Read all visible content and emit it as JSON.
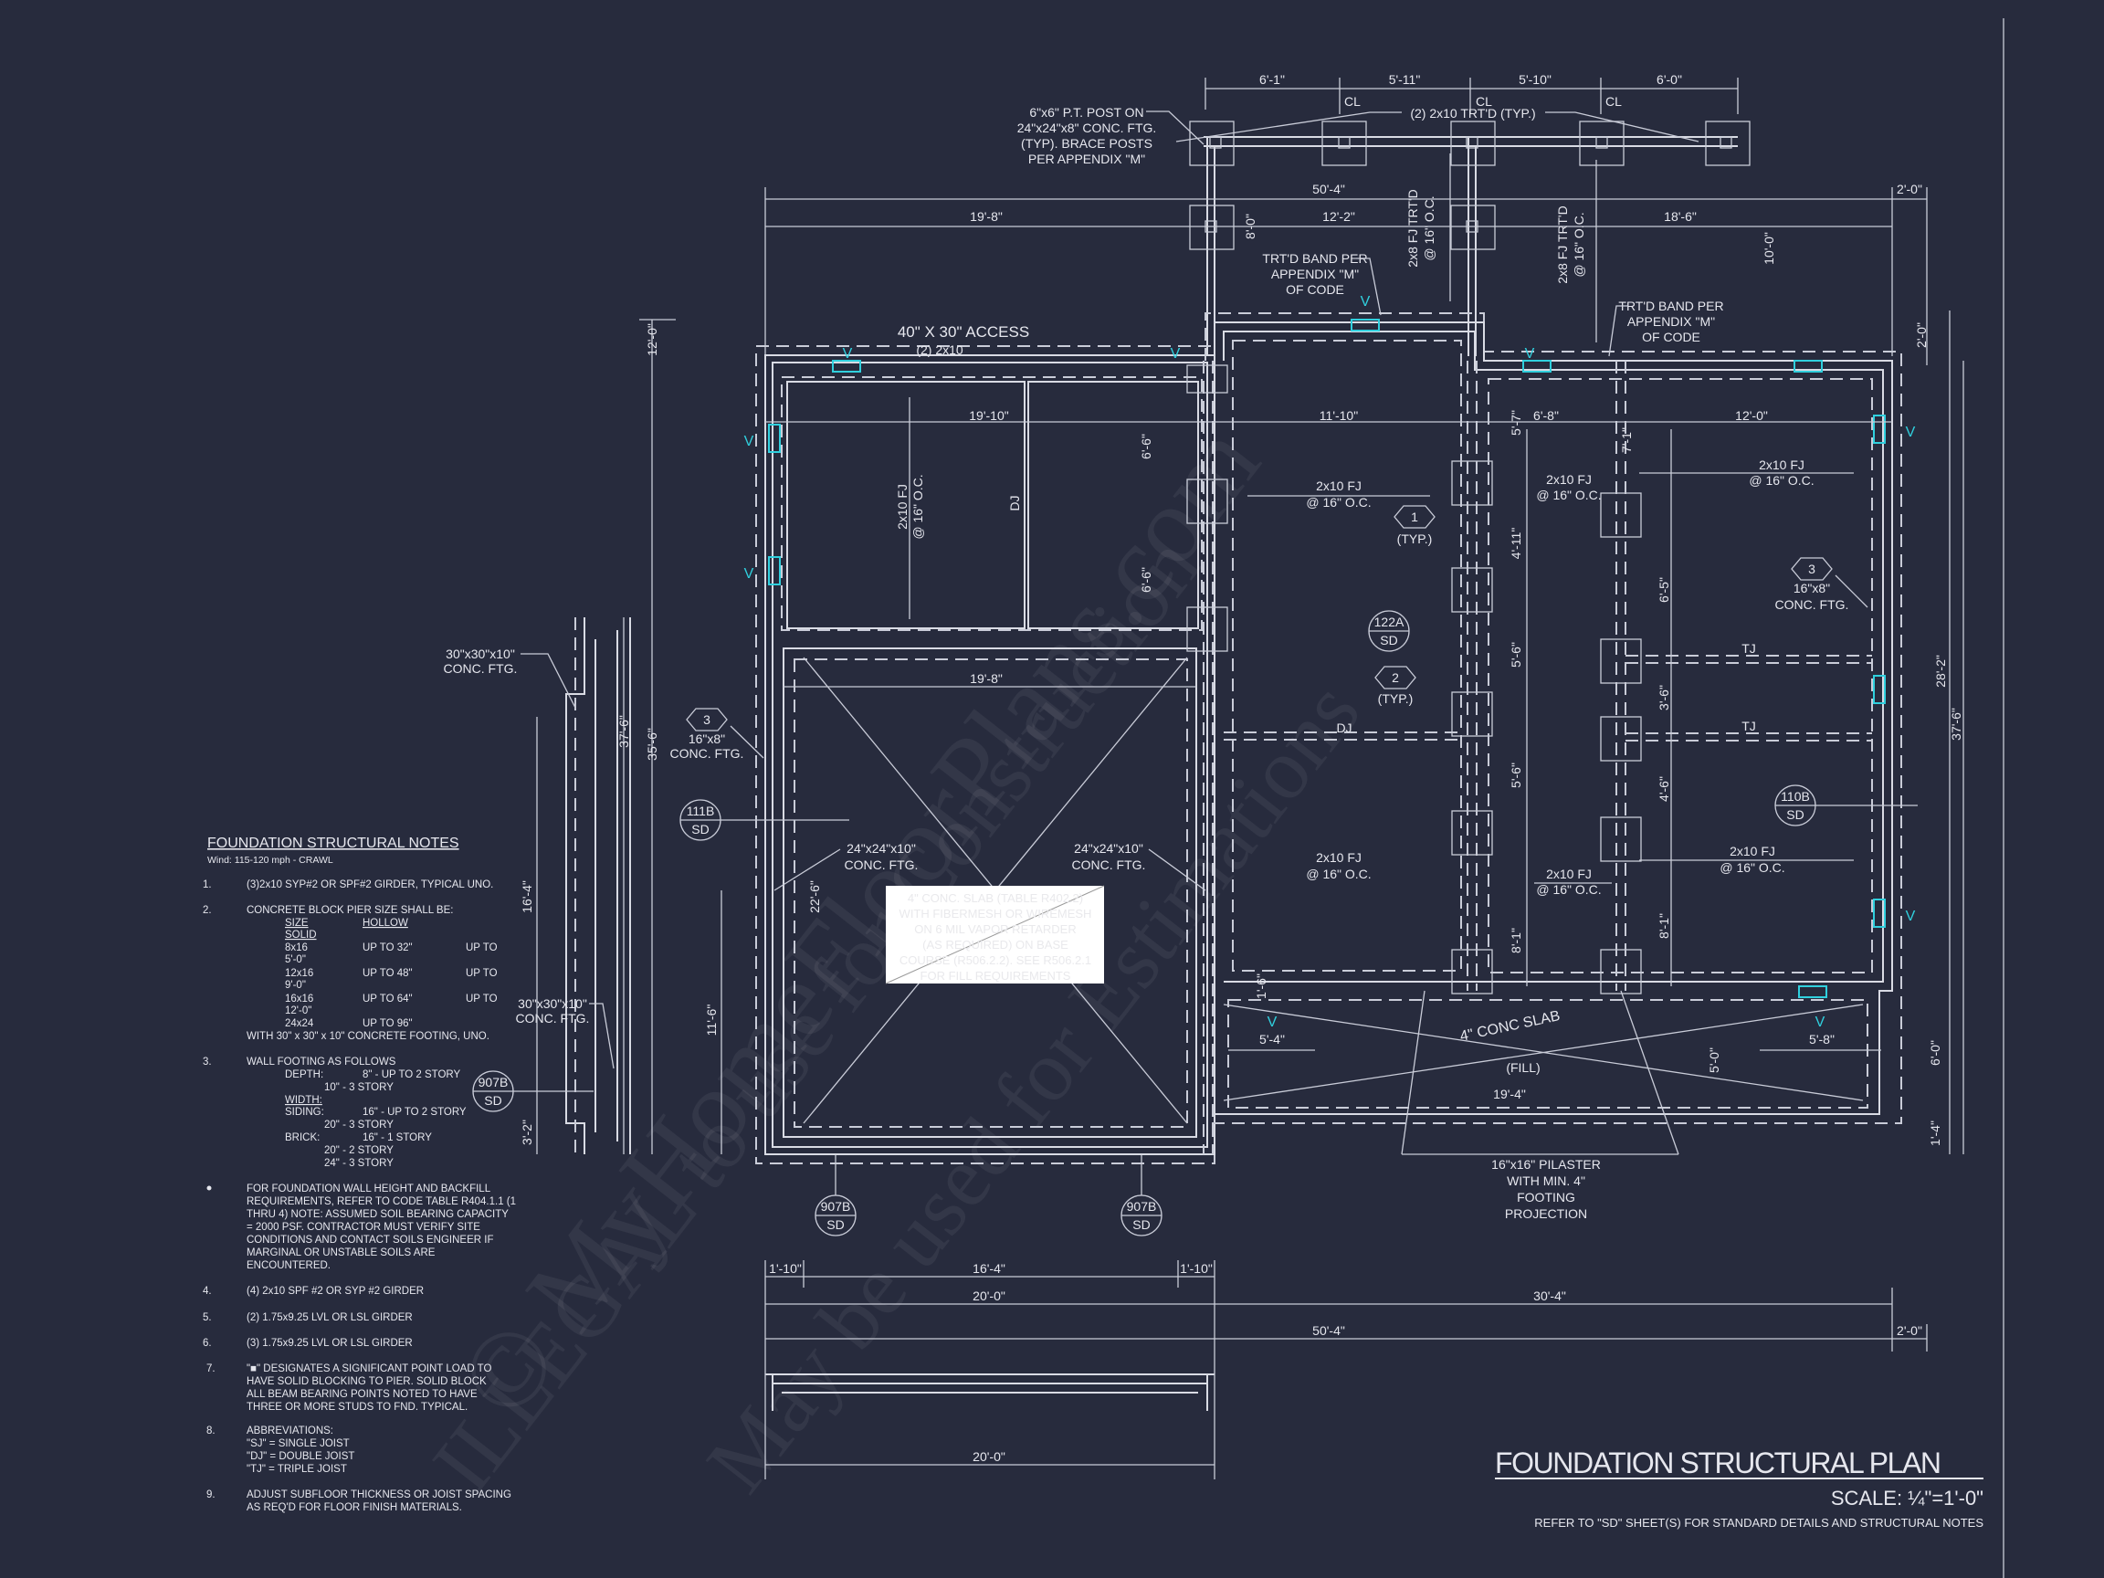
{
  "title_block": {
    "title": "FOUNDATION STRUCTURAL PLAN",
    "scale": "SCALE: ¼\"=1'-0\"",
    "reference": "REFER TO \"SD\" SHEET(S) FOR STANDARD DETAILS AND STRUCTURAL NOTES"
  },
  "notes": {
    "title": "FOUNDATION STRUCTURAL NOTES",
    "subtitle": "Wind: 115-120 mph - CRAWL",
    "item1": {
      "num": "1.",
      "text": "(3)2x10 SYP#2 OR SPF#2 GIRDER, TYPICAL UNO."
    },
    "item2": {
      "num": "2.",
      "text": "CONCRETE BLOCK PIER SIZE SHALL BE:",
      "col_size": "SIZE",
      "col_hollow": "HOLLOW",
      "col_solid": "SOLID",
      "rows": [
        {
          "size": "8x16",
          "hollow": "UP TO 32\"",
          "solid_pre": "UP TO",
          "solid": "5'-0\""
        },
        {
          "size": "12x16",
          "hollow": "UP TO 48\"",
          "solid_pre": "UP TO",
          "solid": "9'-0\""
        },
        {
          "size": "16x16",
          "hollow": "UP TO 64\"",
          "solid_pre": "UP TO",
          "solid": "12'-0\""
        },
        {
          "size": "24x24",
          "hollow": "UP TO 96\""
        }
      ],
      "footing": "WITH 30\" x 30\" x 10\" CONCRETE FOOTING, UNO."
    },
    "item3": {
      "num": "3.",
      "text": "WALL FOOTING AS FOLLOWS",
      "depth_label": "DEPTH:",
      "depth1": "8\" - UP TO 2 STORY",
      "depth2": "10\" - 3 STORY",
      "width_label": "WIDTH:",
      "siding_label": "SIDING:",
      "siding1": "16\" - UP TO 2 STORY",
      "siding2": "20\" - 3 STORY",
      "brick_label": "BRICK:",
      "brick1": "16\" - 1 STORY",
      "brick2": "20\" - 2 STORY",
      "brick3": "24\" - 3 STORY"
    },
    "backfill": [
      "FOR FOUNDATION WALL HEIGHT AND BACKFILL",
      "REQUIREMENTS, REFER TO CODE TABLE R404.1.1 (1",
      "THRU 4) NOTE: ASSUMED SOIL BEARING CAPACITY",
      "= 2000 PSF. CONTRACTOR MUST VERIFY SITE",
      "CONDITIONS AND CONTACT SOILS ENGINEER IF",
      "MARGINAL OR UNSTABLE SOILS ARE",
      "ENCOUNTERED."
    ],
    "item4": {
      "num": "4.",
      "text": "(4) 2x10 SPF #2 OR SYP #2 GIRDER"
    },
    "item5": {
      "num": "5.",
      "text": "(2) 1.75x9.25 LVL OR LSL GIRDER"
    },
    "item6": {
      "num": "6.",
      "text": "(3) 1.75x9.25 LVL OR LSL GIRDER"
    },
    "item7": {
      "num": "7.",
      "lines": [
        "\"■\" DESIGNATES A SIGNIFICANT POINT LOAD TO",
        "HAVE SOLID BLOCKING TO  PIER. SOLID BLOCK",
        "ALL BEAM BEARING POINTS NOTED TO HAVE",
        "THREE OR MORE STUDS TO FND. TYPICAL."
      ]
    },
    "item8": {
      "num": "8.",
      "text": "ABBREVIATIONS:",
      "lines": [
        "\"SJ\" = SINGLE JOIST",
        "\"DJ\" = DOUBLE JOIST",
        "\"TJ\" = TRIPLE JOIST"
      ]
    },
    "item9": {
      "num": "9.",
      "lines": [
        "ADJUST SUBFLOOR THICKNESS OR JOIST SPACING",
        "AS REQ'D FOR FLOOR FINISH MATERIALS."
      ]
    }
  },
  "dims": {
    "porch": [
      "6'-1\"",
      "5'-11\"",
      "5'-10\"",
      "6'-0\""
    ],
    "cl": "CL",
    "overall_top": "50'-4\"",
    "top_ext": "2'-0\"",
    "top_left": "19'-8\"",
    "top_mid": "12'-2\"",
    "top_right": "18'-6\"",
    "porch_depth": "8'-0\"",
    "porch_right_depth": "10'-0\"",
    "room1": "19'-10\"",
    "room2": "11'-10\"",
    "room3": "6'-8\"",
    "room4": "12'-0\"",
    "left_lower": "19'-8\"",
    "v_6_6a": "6'-6\"",
    "v_6_6b": "6'-6\"",
    "v_5_7": "5'-7\"",
    "v_4_11": "4'-11\"",
    "v_5_6a": "5'-6\"",
    "v_5_6b": "5'-6\"",
    "v_8_1a": "8'-1\"",
    "v_7_1": "7'-1\"",
    "v_6_5": "6'-5\"",
    "v_3_6": "3'-6\"",
    "v_4_6": "4'-6\"",
    "v_8_1b": "8'-1\"",
    "v_22_6": "22'-6\"",
    "v_11_6": "11'-6\"",
    "v_16_4": "16'-4\"",
    "v_3_2": "3'-2\"",
    "v_37_6_left": "37'-6\"",
    "v_35_6": "35'-6\"",
    "v_12_0": "12'-0\"",
    "v_2_0_right": "2'-0\"",
    "v_28_2": "28'-2\"",
    "v_37_6_right": "37'-6\"",
    "v_6_0": "6'-0\"",
    "v_1_4": "1'-4\"",
    "v_1_6": "1'-6\"",
    "v_5_0": "5'-0\"",
    "slab_left": "5'-4\"",
    "slab_mid": "19'-4\"",
    "slab_right": "5'-8\"",
    "bot_a": "1'-10\"",
    "bot_b": "16'-4\"",
    "bot_c": "1'-10\"",
    "bot_left": "20'-0\"",
    "bot_right": "30'-4\"",
    "bot_overall": "50'-4\"",
    "bot_ext": "2'-0\"",
    "bot_lower": "20'-0\""
  },
  "callouts": {
    "access": "40\" X 30\" ACCESS",
    "access_header": "(2) 2x10",
    "post": [
      "6\"x6\" P.T. POST ON",
      "24\"x24\"x8\" CONC. FTG.",
      "(TYP). BRACE POSTS",
      "PER APPENDIX \"M\""
    ],
    "porch_beam": "(2) 2x10 TRT'D (TYP.)",
    "porch_fj": [
      "2x8 FJ TRT'D",
      "@ 16\" O.C."
    ],
    "band": [
      "TRT'D BAND PER",
      "APPENDIX \"M\"",
      "OF CODE"
    ],
    "fj": [
      "2x10 FJ",
      "@ 16\" O.C."
    ],
    "dj": "DJ",
    "tj": "TJ",
    "typ": "(TYP.)",
    "conc_30": [
      "30\"x30\"x10\"",
      "CONC. FTG."
    ],
    "conc_24": [
      "24\"x24\"x10\"",
      "CONC. FTG."
    ],
    "conc_16": [
      "16\"x8\"",
      "CONC. FTG."
    ],
    "slab_note": [
      "4\" CONC. SLAB (TABLE R402.2)",
      "WITH FIBERMESH OR WIREMESH",
      "ON 6 MIL VAPOR RETARDER",
      "(AS REQUIRED) ON BASE",
      "COURSE (R506.2.2). SEE R506.2.1",
      "FOR FILL REQUIREMENTS"
    ],
    "conc_slab": "4\" CONC SLAB",
    "fill": "(FILL)",
    "pilaster": [
      "16\"x16\" PILASTER",
      "WITH MIN. 4\"",
      "FOOTING",
      "PROJECTION"
    ],
    "vent": "V"
  },
  "tags": {
    "hex1": "1",
    "hex2": "2",
    "hex3": "3"
  },
  "detail_markers": [
    {
      "id": "122A",
      "sheet": "SD"
    },
    {
      "id": "110B",
      "sheet": "SD"
    },
    {
      "id": "111B",
      "sheet": "SD"
    },
    {
      "id": "907B",
      "sheet": "SD"
    },
    {
      "id": "907B",
      "sheet": "SD"
    },
    {
      "id": "907B",
      "sheet": "SD"
    }
  ],
  "watermark": [
    "© MyHomeFloorPlans.com",
    "ILLEGAL to use for Construction",
    "May be used for Estimations"
  ],
  "colors": {
    "background": "#272b3d",
    "linework": "#d9dbe4",
    "vent": "#30d0de"
  }
}
